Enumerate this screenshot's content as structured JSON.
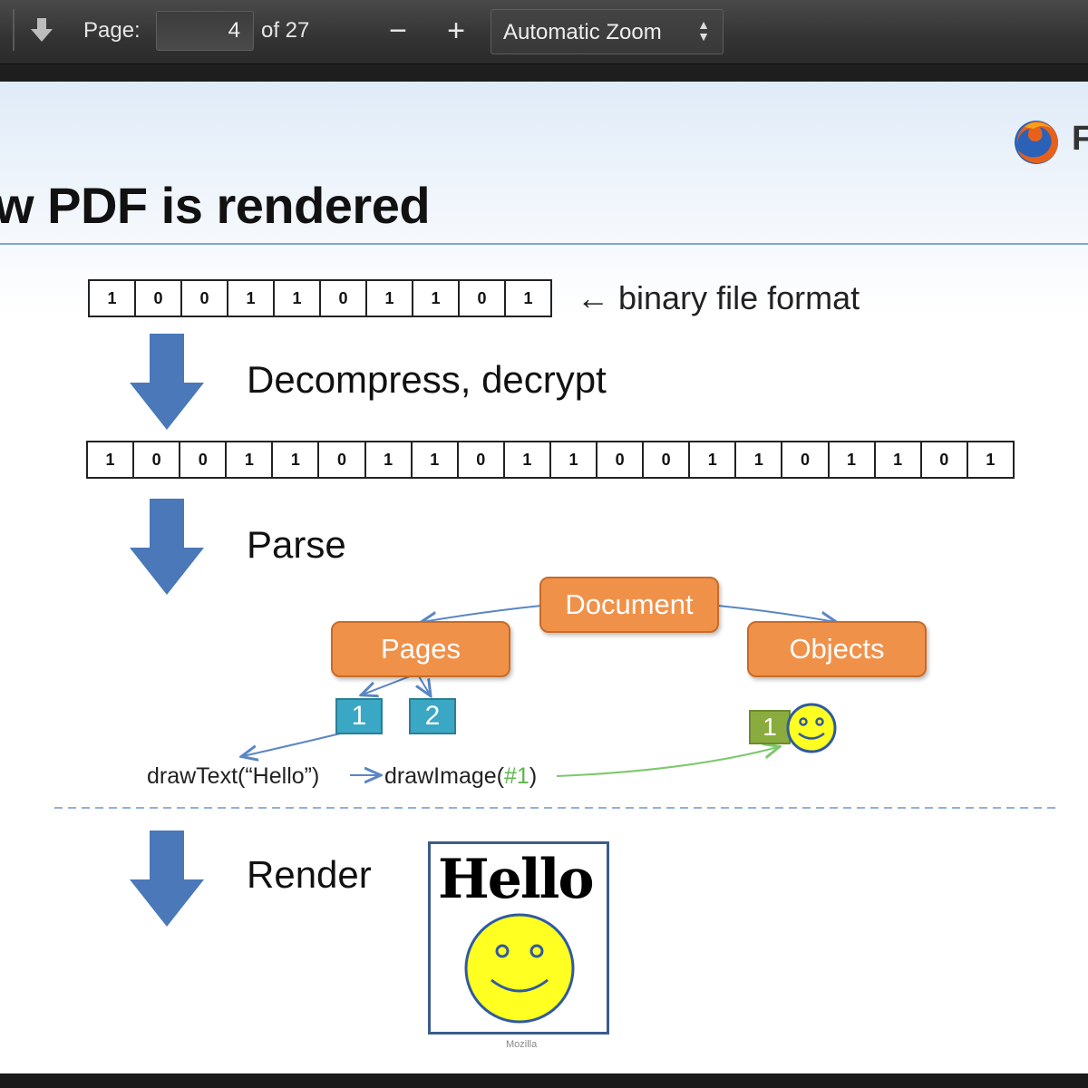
{
  "toolbar": {
    "page_label": "Page:",
    "page_number": "4",
    "page_count": "of 27",
    "zoom_out": "−",
    "zoom_in": "+",
    "zoom_value": "Automatic Zoom",
    "icons": {
      "download": "arrow-down-icon",
      "zoom_out": "minus-icon",
      "zoom_in": "plus-icon",
      "select": "updown-chevron-icon"
    }
  },
  "slide": {
    "title": "w PDF is rendered",
    "brand_text": "F",
    "binary_row_1": [
      "1",
      "0",
      "0",
      "1",
      "1",
      "0",
      "1",
      "1",
      "0",
      "1"
    ],
    "binary_caption": "binary file format",
    "step_decompress": "Decompress, decrypt",
    "binary_row_2": [
      "1",
      "0",
      "0",
      "1",
      "1",
      "0",
      "1",
      "1",
      "0",
      "1",
      "1",
      "0",
      "0",
      "1",
      "1",
      "0",
      "1",
      "1",
      "0",
      "1"
    ],
    "step_parse": "Parse",
    "tree": {
      "root": "Document",
      "left": "Pages",
      "right": "Objects",
      "page_1": "1",
      "page_2": "2",
      "object_1": "1"
    },
    "code": {
      "draw_text": "drawText(“Hello”)",
      "draw_image_prefix": "drawImage(",
      "draw_image_ref": "#1",
      "draw_image_suffix": ")"
    },
    "step_render": "Render",
    "render_text": "Hello",
    "footer_caption": "Mozilla"
  },
  "colors": {
    "accent_orange": "#f0914a",
    "arrow_blue": "#4a78b8",
    "teal": "#3aa7c4",
    "green": "#8aac3e",
    "smiley_yellow": "#ffff22"
  }
}
